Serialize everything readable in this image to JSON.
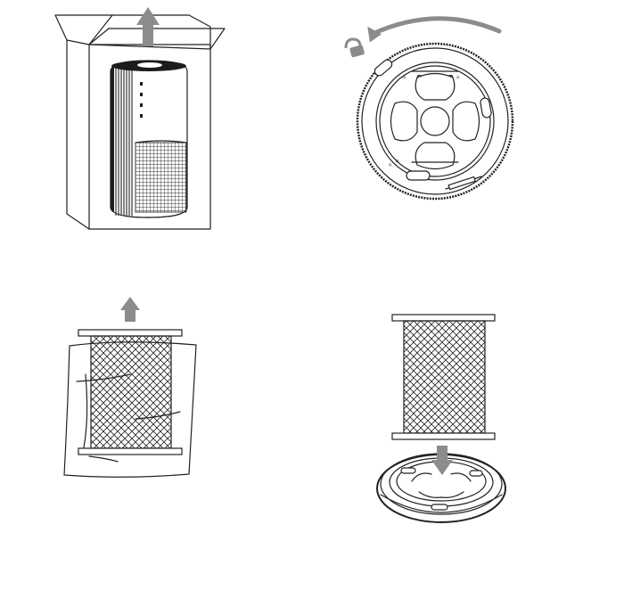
{
  "steps": [
    {
      "name": "step-1-remove-purifier-from-box",
      "arrow": "up"
    },
    {
      "name": "step-2-twist-off-bottom-cover",
      "arrow": "counterclockwise",
      "icon": "unlock-icon"
    },
    {
      "name": "step-3-remove-filter-from-bag",
      "arrow": "up"
    },
    {
      "name": "step-4-insert-filter-into-base",
      "arrow": "down"
    }
  ],
  "colors": {
    "line": "#222222",
    "arrow": "#8c8c8c",
    "background": "#ffffff"
  }
}
